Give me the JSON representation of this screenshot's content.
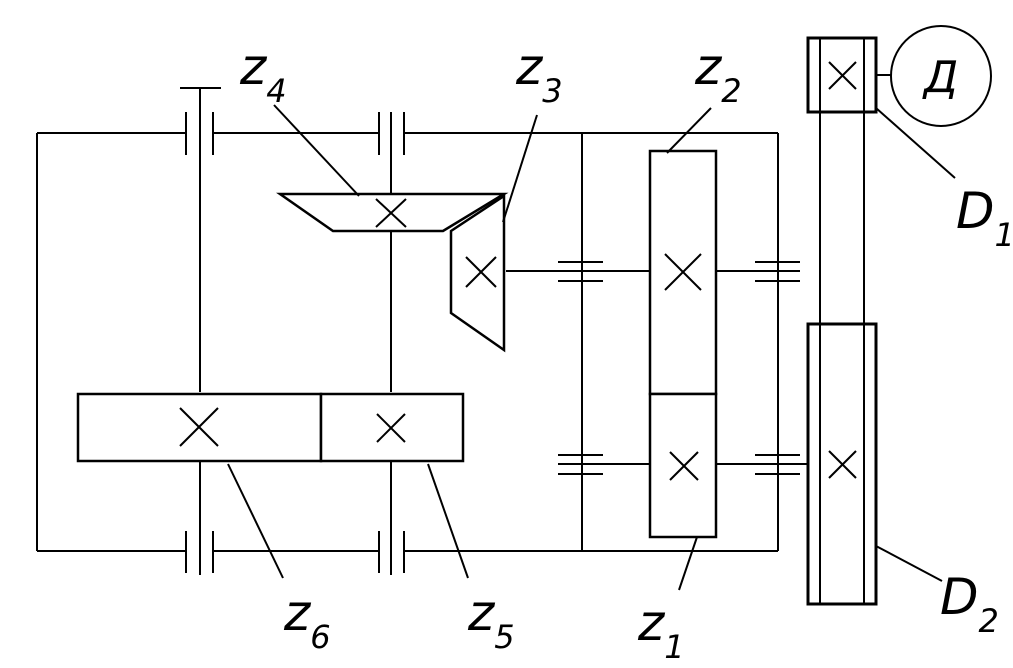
{
  "labels": {
    "z1": {
      "main": "z",
      "sub": "1"
    },
    "z2": {
      "main": "z",
      "sub": "2"
    },
    "z3": {
      "main": "z",
      "sub": "3"
    },
    "z4": {
      "main": "z",
      "sub": "4"
    },
    "z5": {
      "main": "z",
      "sub": "5"
    },
    "z6": {
      "main": "z",
      "sub": "6"
    },
    "D1": {
      "main": "D",
      "sub": "1"
    },
    "D2": {
      "main": "D",
      "sub": "2"
    },
    "motor": "Д"
  },
  "colors": {
    "line": "#000000",
    "background": "#ffffff"
  }
}
